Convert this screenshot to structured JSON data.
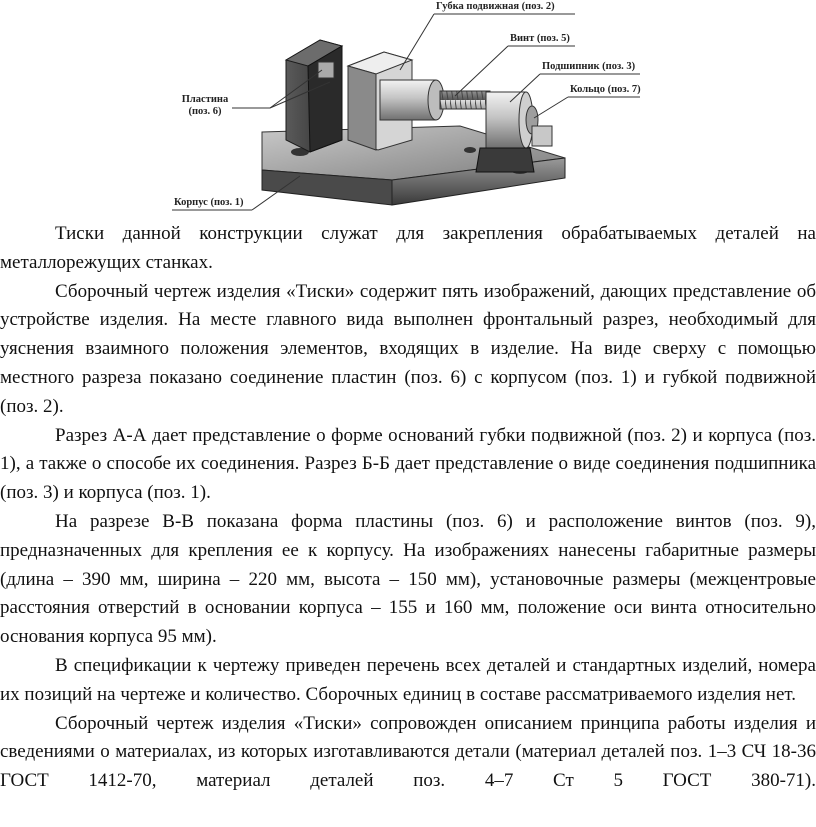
{
  "figure": {
    "labels": {
      "jaw": "Губка подвижная (поз. 2)",
      "screw": "Винт (поз. 5)",
      "bearing": "Подшипник (поз. 3)",
      "ring": "Кольцо (поз. 7)",
      "plate_line1": "Пластина",
      "plate_line2": "(поз. 6)",
      "body": "Корпус (поз. 1)"
    }
  },
  "paragraphs": [
    "Тиски данной конструкции служат для закрепления обрабатываемых деталей на металлорежущих станках.",
    "Сборочный чертеж изделия «Тиски» содержит пять изображений, дающих представление об устройстве изделия. На месте главного вида выполнен фронтальный разрез, необходимый для уяснения взаимного положения элементов, входящих в изделие. На виде сверху с помощью местного разреза показано соединение пластин (поз. 6) с корпусом (поз. 1) и губкой подвижной (поз. 2).",
    "Разрез А-А дает представление о форме оснований губки подвижной (поз. 2) и корпуса (поз. 1), а также о способе их соединения. Разрез Б-Б дает представление о виде соединения подшипника (поз. 3) и корпуса (поз. 1).",
    "На разрезе В-В показана форма пластины (поз. 6) и расположение винтов (поз. 9), предназначенных для крепления ее к корпусу. На изображениях нанесены габаритные размеры (длина – 390 мм, ширина – 220 мм, высота – 150 мм), установочные размеры (межцентровые расстояния отверстий в основании корпуса – 155 и 160 мм, положение оси винта относительно основания корпуса 95 мм).",
    "В спецификации к чертежу приведен перечень всех деталей и стандартных изделий, номера их позиций на чертеже и количество. Сборочных единиц в составе рассматриваемого изделия нет.",
    "Сборочный чертеж изделия «Тиски» сопровожден описанием принципа работы изделия и сведениями о материалах, из которых изготавливаются детали (материал деталей поз. 1–3 СЧ 18-36 ГОСТ 1412-70, материал деталей поз. 4–7 Ст 5 ГОСТ 380-71)."
  ]
}
